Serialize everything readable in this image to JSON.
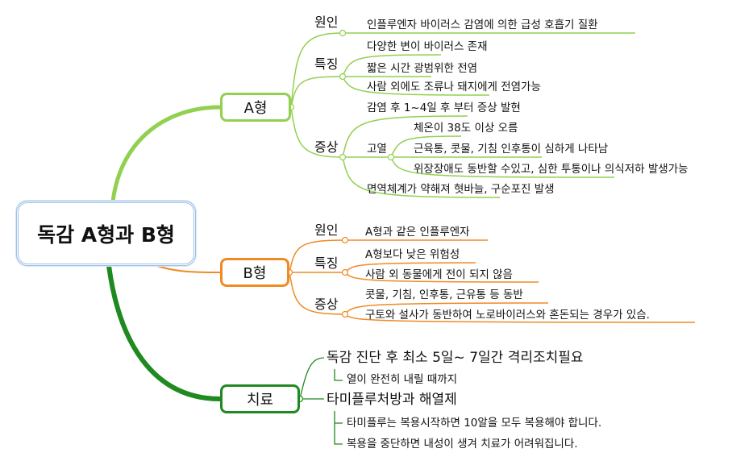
{
  "root": {
    "title": "독감 A형과 B형"
  },
  "colors": {
    "a": "#92d050",
    "b": "#f08a24",
    "c": "#1f8a1f"
  },
  "a": {
    "label": "A형",
    "cause": {
      "label": "원인",
      "items": [
        "인플루엔자 바이러스 감염에 의한 급성 호흡기 질환"
      ]
    },
    "features": {
      "label": "특징",
      "items": [
        "다양한 변이 바이러스 존재",
        "짧은 시간 광범위한 전염",
        "사람 외에도 조류나 돼지에게 전염가능"
      ]
    },
    "symptoms": {
      "label": "증상",
      "onset": "감염 후 1~4일 후 부터 증상 발현",
      "fever": {
        "label": "고열",
        "items": [
          "체온이 38도 이상 오름",
          "근육통, 콧물, 기침 인후통이 심하게 나타남",
          "위장장애도 동반할 수있고, 심한 투통이나 의식저하 발생가능"
        ]
      },
      "immune": "면역체계가 약해져 혓바늘, 구순포진 발생"
    }
  },
  "b": {
    "label": "B형",
    "cause": {
      "label": "원인",
      "items": [
        "A형과 같은 인플루엔자"
      ]
    },
    "features": {
      "label": "특징",
      "items": [
        "A형보다 낮은 위험성",
        "사람 외 동물에게 전이 되지 않음"
      ]
    },
    "symptoms": {
      "label": "증상",
      "items": [
        "콧물, 기침, 인후통, 근유통 등 동반",
        "구토와 설사가 동반하여 노로바이러스와 혼돈되는 경우가 있슴."
      ]
    }
  },
  "treatment": {
    "label": "치료",
    "items": [
      {
        "text": "독감 진단 후 최소 5일~ 7일간 격리조치필요",
        "sub": [
          "열이 완전히 내릴 때까지"
        ]
      },
      {
        "text": "타미플루처방과 해열제",
        "sub": [
          "타미플루는 복용시작하면 10알을 모두 복용해야 합니다.",
          "복용을 중단하면 내성이 생겨 치료가 어려워집니다."
        ]
      }
    ]
  }
}
